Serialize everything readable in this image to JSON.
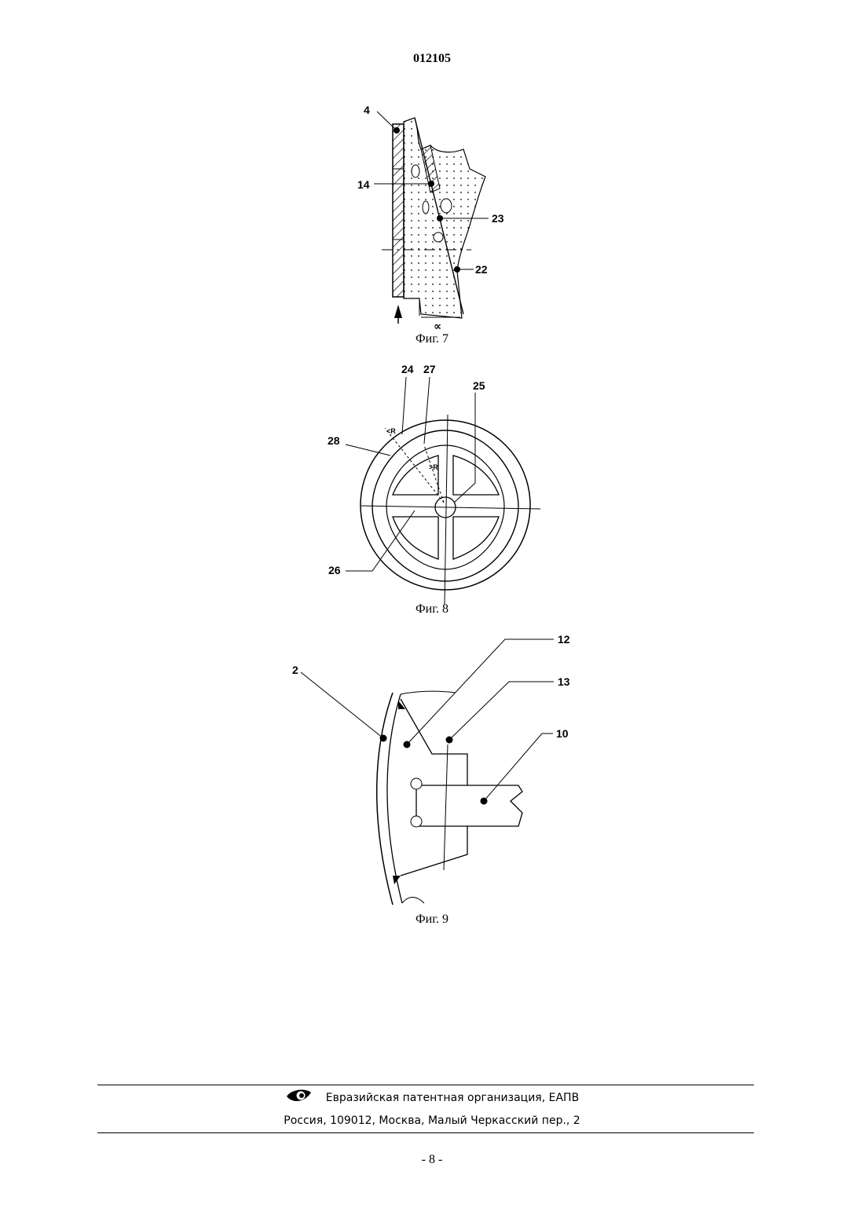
{
  "document_number": "012105",
  "figures": [
    {
      "caption": "Фиг. 7",
      "labels": {
        "l4": "4",
        "l14": "14",
        "l23": "23",
        "l22": "22",
        "alpha": "∝"
      }
    },
    {
      "caption": "Фиг. 8",
      "labels": {
        "l24": "24",
        "l27": "27",
        "l25": "25",
        "l28": "28",
        "l26": "26",
        "ltR": "<R",
        "gtR": ">R"
      }
    },
    {
      "caption": "Фиг. 9",
      "labels": {
        "l2": "2",
        "l12": "12",
        "l13": "13",
        "l10": "10"
      }
    }
  ],
  "footer": {
    "org": "Евразийская патентная организация, ЕАПВ",
    "address": "Россия, 109012, Москва, Малый Черкасский пер., 2",
    "logo_icon": "eapo-eye-logo"
  },
  "page_number": "- 8 -"
}
